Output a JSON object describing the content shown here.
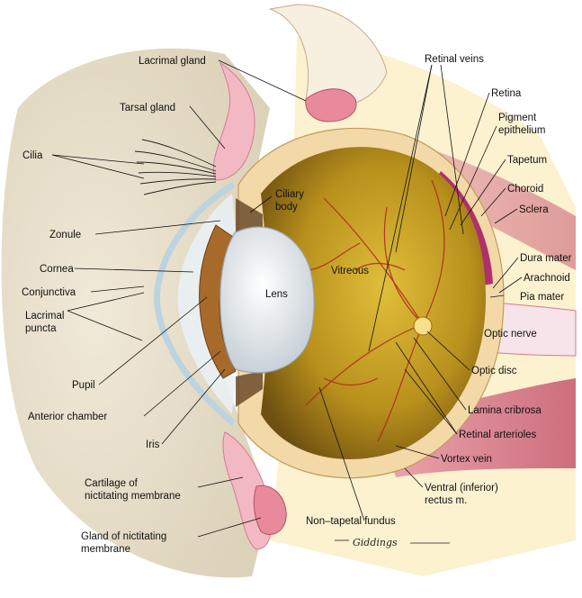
{
  "labels": {
    "lacrimal_gland": "Lacrimal gland",
    "tarsal_gland": "Tarsal gland",
    "cilia": "Cilia",
    "zonule": "Zonule",
    "cornea": "Cornea",
    "conjunctiva": "Conjunctiva",
    "lacrimal_puncta_1": "Lacrimal",
    "lacrimal_puncta_2": "puncta",
    "pupil": "Pupil",
    "anterior_chamber": "Anterior chamber",
    "iris": "Iris",
    "cartilage_1": "Cartilage of",
    "cartilage_2": "nictitating membrane",
    "gland_nict_1": "Gland of nictitating",
    "gland_nict_2": "membrane",
    "ciliary_body_1": "Ciliary",
    "ciliary_body_2": "body",
    "lens": "Lens",
    "vitreous": "Vitreous",
    "retinal_veins": "Retinal veins",
    "retina": "Retina",
    "pigment_epithelium_1": "Pigment",
    "pigment_epithelium_2": "epithelium",
    "tapetum": "Tapetum",
    "choroid": "Choroid",
    "sclera": "Sclera",
    "dura_mater": "Dura mater",
    "arachnoid": "Arachnoid",
    "pia_mater": "Pia mater",
    "optic_nerve": "Optic nerve",
    "optic_disc": "Optic disc",
    "lamina_cribrosa": "Lamina cribrosa",
    "retinal_arterioles": "Retinal arterioles",
    "vortex_vein": "Vortex vein",
    "ventral_rectus_1": "Ventral (inferior)",
    "ventral_rectus_2": "rectus m.",
    "non_tapetal_fundus": "Non–tapetal fundus"
  },
  "signature": "Giddings",
  "colors": {
    "vitreous": "#c9a21f",
    "vitreous_dark": "#7a5a10",
    "sclera": "#f3d9a8",
    "pink_tissue": "#f2b9c4",
    "muscle": "#d9748a",
    "lens": "#e8ecef",
    "tapetum": "#f2e23a",
    "choroid": "#b0306a",
    "fat": "#fbf0c8",
    "bone": "#f7efe0",
    "fur": "#e6ddc9"
  }
}
